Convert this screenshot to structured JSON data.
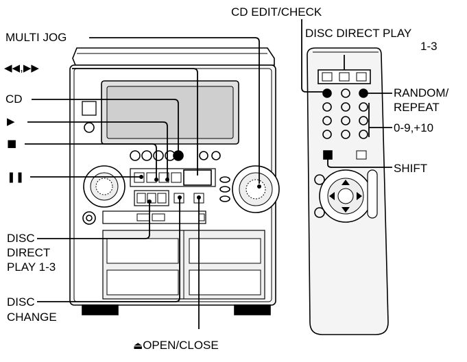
{
  "labels": {
    "cd_edit_check": "CD EDIT/CHECK",
    "disc_direct_play_remote": "DISC DIRECT PLAY",
    "disc_direct_play_remote_range": "1-3",
    "multi_jog": "MULTI JOG",
    "skip_separator": ",",
    "cd": "CD",
    "disc_direct_play_line1": "DISC",
    "disc_direct_play_line2": "DIRECT",
    "disc_direct_play_line3": "PLAY 1-3",
    "disc_change_line1": "DISC",
    "disc_change_line2": "CHANGE",
    "open_close": "OPEN/CLOSE",
    "random": "RANDOM/",
    "repeat": "REPEAT",
    "numeric_keys": "0-9,+10",
    "shift": "SHIFT"
  },
  "icons": {
    "rewind": "◀◀",
    "fast_forward": "▶▶",
    "play": "▶",
    "stop": "■",
    "pause": "❚❚",
    "eject": "⏏"
  }
}
